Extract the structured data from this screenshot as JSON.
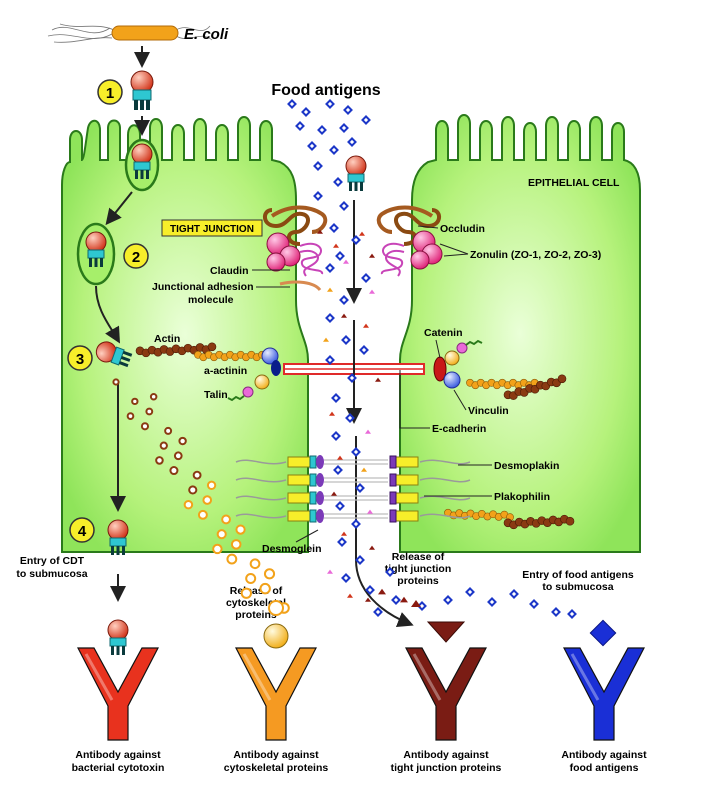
{
  "title": "Food antigens",
  "organism": "E. coli",
  "cell_label": "EPITHELIAL CELL",
  "tight_junction_label": "TIGHT JUNCTION",
  "steps": [
    "1",
    "2",
    "3",
    "4"
  ],
  "proteins": {
    "occludin": "Occludin",
    "zonulin": "Zonulin (ZO-1, ZO-2, ZO-3)",
    "claudin": "Claudin",
    "jam_line1": "Junctional adhesion",
    "jam_line2": "molecule",
    "actin": "Actin",
    "a_actinin": "a-actinin",
    "talin": "Talin",
    "catenin": "Catenin",
    "vinculin": "Vinculin",
    "e_cadherin": "E-cadherin",
    "desmoplakin": "Desmoplakin",
    "plakophilin": "Plakophilin",
    "desmoglein": "Desmoglein"
  },
  "process_labels": {
    "cdt_line1": "Entry of CDT",
    "cdt_line2": "to submucosa",
    "cyto_line1": "Release of",
    "cyto_line2": "cytoskeletal",
    "cyto_line3": "proteins",
    "tj_line1": "Release of",
    "tj_line2": "tight junction",
    "tj_line3": "proteins",
    "food_line1": "Entry of food antigens",
    "food_line2": "to submucosa"
  },
  "antibodies": [
    {
      "line1": "Antibody against",
      "line2": "bacterial cytotoxin",
      "color": "#e8321e"
    },
    {
      "line1": "Antibody against",
      "line2": "cytoskeletal proteins",
      "color": "#f59a22"
    },
    {
      "line1": "Antibody against",
      "line2": "tight junction proteins",
      "color": "#7a1c14"
    },
    {
      "line1": "Antibody against",
      "line2": "food antigens",
      "color": "#1a2fd6"
    }
  ],
  "colors": {
    "cell_fill": "#a6ef6a",
    "cell_stroke": "#2a7a1a",
    "step_badge": "#f7ee2a",
    "food_antigen": "#1c37c8",
    "actin": "#8a3a12",
    "tj_label_bg": "#f7ee2a"
  }
}
